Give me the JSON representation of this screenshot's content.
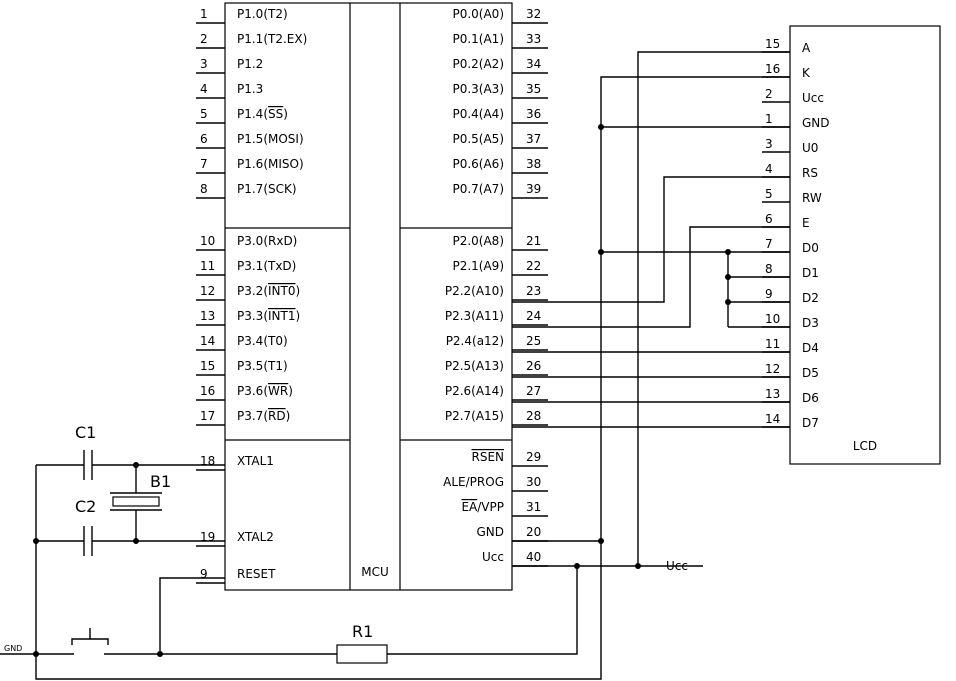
{
  "mcu": {
    "label": "MCU",
    "left_pins": [
      {
        "num": "1",
        "name": "P1.0(T2)"
      },
      {
        "num": "2",
        "name": "P1.1(T2.EX)"
      },
      {
        "num": "3",
        "name": "P1.2"
      },
      {
        "num": "4",
        "name": "P1.3"
      },
      {
        "num": "5",
        "name": "P1.4(",
        "bar": "SS",
        "suffix": ")"
      },
      {
        "num": "6",
        "name": "P1.5(MOSI)"
      },
      {
        "num": "7",
        "name": "P1.6(MISO)"
      },
      {
        "num": "8",
        "name": "P1.7(SCK)"
      },
      {
        "num": "10",
        "name": "P3.0(RxD)"
      },
      {
        "num": "11",
        "name": "P3.1(TxD)"
      },
      {
        "num": "12",
        "name": "P3.2(",
        "bar": "INT0",
        "suffix": ")"
      },
      {
        "num": "13",
        "name": "P3.3(",
        "bar": "INT1",
        "suffix": ")"
      },
      {
        "num": "14",
        "name": "P3.4(T0)"
      },
      {
        "num": "15",
        "name": "P3.5(T1)"
      },
      {
        "num": "16",
        "name": "P3.6(",
        "bar": "WR",
        "suffix": ")"
      },
      {
        "num": "17",
        "name": "P3.7(",
        "bar": "RD",
        "suffix": ")"
      },
      {
        "num": "18",
        "name": "XTAL1"
      },
      {
        "num": "19",
        "name": "XTAL2"
      },
      {
        "num": "9",
        "name": "RESET"
      }
    ],
    "right_pins": [
      {
        "num": "32",
        "name": "P0.0(A0)"
      },
      {
        "num": "33",
        "name": "P0.1(A1)"
      },
      {
        "num": "34",
        "name": "P0.2(A2)"
      },
      {
        "num": "35",
        "name": "P0.3(A3)"
      },
      {
        "num": "36",
        "name": "P0.4(A4)"
      },
      {
        "num": "37",
        "name": "P0.5(A5)"
      },
      {
        "num": "38",
        "name": "P0.6(A6)"
      },
      {
        "num": "39",
        "name": "P0.7(A7)"
      },
      {
        "num": "21",
        "name": "P2.0(A8)"
      },
      {
        "num": "22",
        "name": "P2.1(A9)"
      },
      {
        "num": "23",
        "name": "P2.2(A10)"
      },
      {
        "num": "24",
        "name": "P2.3(A11)"
      },
      {
        "num": "25",
        "name": "P2.4(a12)"
      },
      {
        "num": "26",
        "name": "P2.5(A13)"
      },
      {
        "num": "27",
        "name": "P2.6(A14)"
      },
      {
        "num": "28",
        "name": "P2.7(A15)"
      },
      {
        "num": "29",
        "name": "",
        "bar": "RSEN",
        "suffix": ""
      },
      {
        "num": "30",
        "name": "ALE/PROG"
      },
      {
        "num": "31",
        "name": "",
        "bar": "EA",
        "suffix": "/VPP"
      },
      {
        "num": "20",
        "name": "GND"
      },
      {
        "num": "40",
        "name": "Ucc"
      }
    ]
  },
  "lcd": {
    "label": "LCD",
    "pins": [
      {
        "num": "15",
        "name": "A"
      },
      {
        "num": "16",
        "name": "K"
      },
      {
        "num": "2",
        "name": "Ucc"
      },
      {
        "num": "1",
        "name": "GND"
      },
      {
        "num": "3",
        "name": "U0"
      },
      {
        "num": "4",
        "name": "RS"
      },
      {
        "num": "5",
        "name": "RW"
      },
      {
        "num": "6",
        "name": "E"
      },
      {
        "num": "7",
        "name": "D0"
      },
      {
        "num": "8",
        "name": "D1"
      },
      {
        "num": "9",
        "name": "D2"
      },
      {
        "num": "10",
        "name": "D3"
      },
      {
        "num": "11",
        "name": "D4"
      },
      {
        "num": "12",
        "name": "D5"
      },
      {
        "num": "13",
        "name": "D6"
      },
      {
        "num": "14",
        "name": "D7"
      }
    ]
  },
  "components": {
    "c1": "C1",
    "c2": "C2",
    "b1": "B1",
    "r1": "R1",
    "gnd": "GND",
    "ucc": "Ucc"
  }
}
